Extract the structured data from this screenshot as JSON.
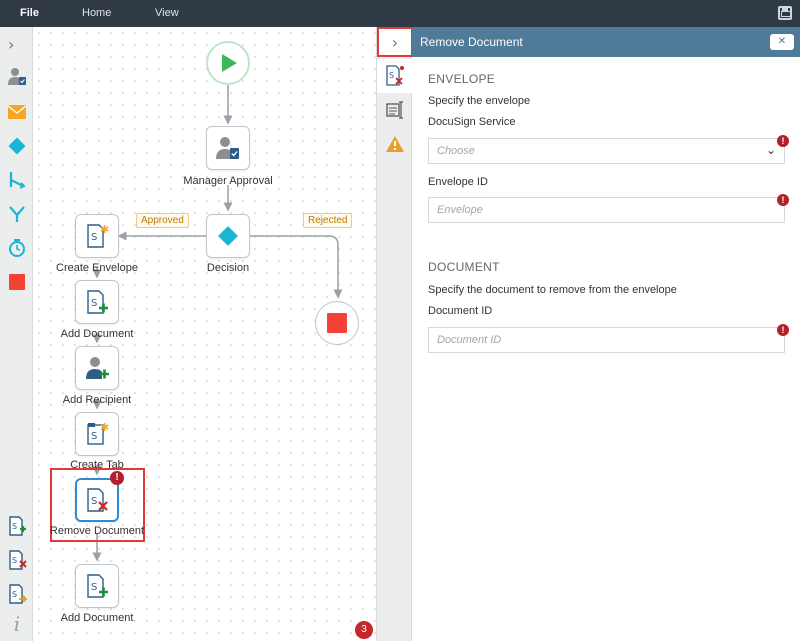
{
  "menubar": {
    "file": "File",
    "home": "Home",
    "view": "View"
  },
  "workflow": {
    "nodes": {
      "manager_approval": "Manager Approval",
      "decision": "Decision",
      "create_envelope": "Create Envelope",
      "add_document": "Add Document",
      "add_recipient": "Add Recipient",
      "create_tab": "Create Tab",
      "remove_document": "Remove Document",
      "add_document_2": "Add Document"
    },
    "branches": {
      "approved": "Approved",
      "rejected": "Rejected"
    },
    "error_badge": "!",
    "error_count": "3"
  },
  "panel": {
    "title": "Remove Document",
    "envelope": {
      "heading": "ENVELOPE",
      "description": "Specify the envelope",
      "service_label": "DocuSign Service",
      "service_placeholder": "Choose",
      "envelope_id_label": "Envelope ID",
      "envelope_id_placeholder": "Envelope"
    },
    "document": {
      "heading": "DOCUMENT",
      "description": "Specify the document to remove from the envelope",
      "document_id_label": "Document ID",
      "document_id_placeholder": "Document ID"
    },
    "required_marker": "!"
  },
  "colors": {
    "accent": "#2e8bd6",
    "panel_header": "#4f7b98",
    "error": "#b3202a",
    "start": "#3fb65a",
    "stop": "#f44336",
    "decision": "#1ab4d4"
  }
}
